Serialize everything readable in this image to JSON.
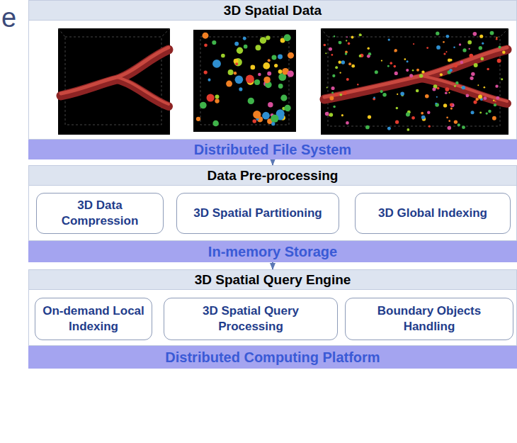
{
  "diagram": {
    "nodes": [
      {
        "text": [
          "3D Spatial Data"
        ]
      },
      {
        "text": [
          "Distributed File System"
        ]
      },
      {
        "text": [
          "Data Pre-processing"
        ]
      },
      {
        "text": [
          "3D Data Compression"
        ],
        "in": 2
      },
      {
        "text": [
          "3D Spatial Partitioning"
        ],
        "in": 2
      },
      {
        "text": [
          "3D Global Indexing"
        ],
        "in": 2
      },
      {
        "text": [
          "In-memory Storage"
        ]
      },
      {
        "text": [
          "3D Spatial Query Engine"
        ]
      },
      {
        "text": [
          "On-demand Local Indexing"
        ],
        "in": 7
      },
      {
        "text": [
          "3D Spatial Query Processing"
        ],
        "in": 7
      },
      {
        "text": [
          "Boundary Objects Handling"
        ],
        "in": 7
      },
      {
        "text": [
          "Distributed Computing Platform"
        ]
      }
    ],
    "edges": [
      {
        "from": 1,
        "to": 2,
        "arrow": "to"
      },
      {
        "from": 6,
        "to": 7,
        "arrow": "to"
      }
    ],
    "labels": [
      "e"
    ]
  }
}
